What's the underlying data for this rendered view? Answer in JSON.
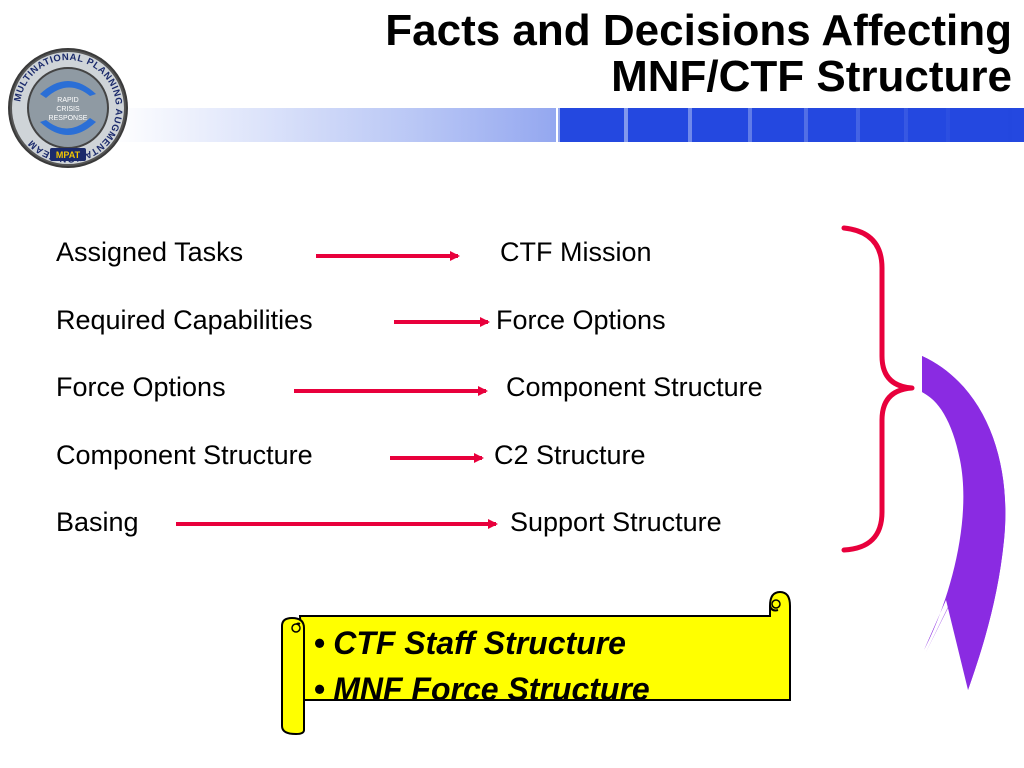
{
  "slide": {
    "title_line1": "Facts and Decisions Affecting",
    "title_line2": "MNF/CTF Structure"
  },
  "logo": {
    "ring_text": "MULTINATIONAL PLANNING AUGMENTATION TEAM",
    "center_line1": "RAPID",
    "center_line2": "CRISIS",
    "center_line3": "RESPONSE",
    "badge": "MPAT"
  },
  "rows": [
    {
      "source": "Assigned Tasks",
      "target": "CTF Mission"
    },
    {
      "source": "Required Capabilities",
      "target": "Force Options"
    },
    {
      "source": "Force Options",
      "target": "Component Structure"
    },
    {
      "source": "Component Structure",
      "target": "C2 Structure"
    },
    {
      "source": "Basing",
      "target": "Support Structure"
    }
  ],
  "scroll": {
    "bullet": "•",
    "items": [
      "CTF Staff Structure",
      "MNF Force Structure"
    ]
  },
  "colors": {
    "arrow": "#e8003c",
    "brace": "#e8003c",
    "curved_arrow": "#8a2be2",
    "scroll_fill": "#ffff00",
    "header_blue": "#1a3fd6"
  }
}
